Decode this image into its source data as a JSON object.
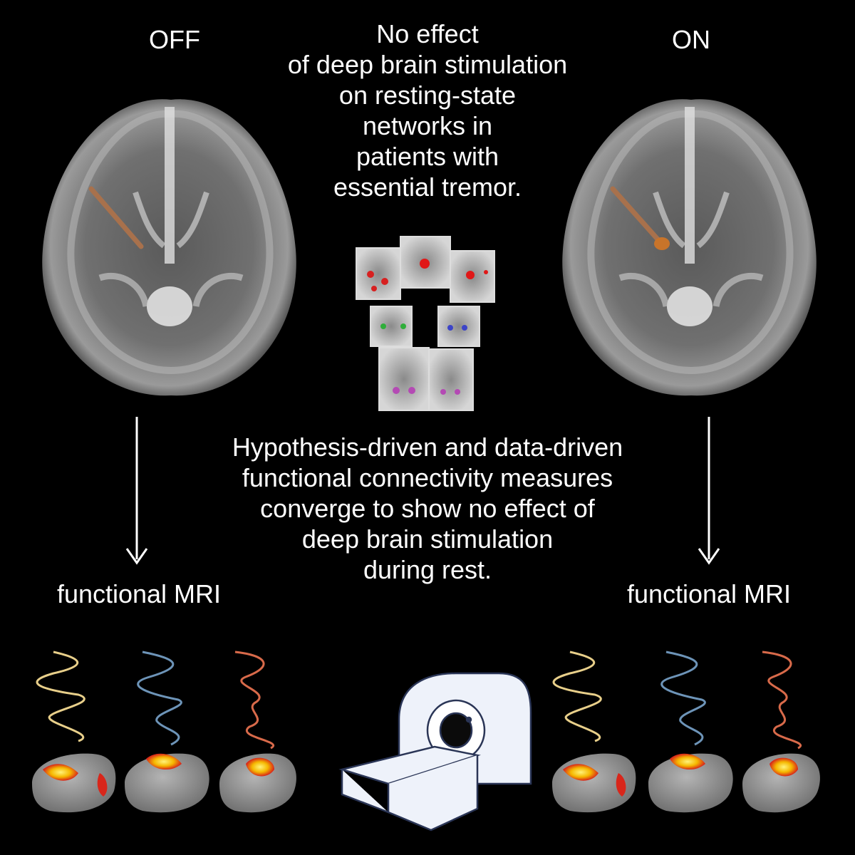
{
  "left_panel": {
    "label": "OFF",
    "modality_label": "functional MRI"
  },
  "right_panel": {
    "label": "ON",
    "modality_label": "functional MRI"
  },
  "title": "No effect\nof deep brain stimulation\non resting-state\nnetworks in\npatients with\nessential tremor.",
  "caption": "Hypothesis-driven and data-driven\nfunctional connectivity measures\nconverge to show no effect of\ndeep brain stimulation\nduring rest.",
  "colors": {
    "background": "#000000",
    "signal_yellow": "#e8cf8a",
    "signal_blue": "#6d94b8",
    "signal_red": "#d86a4a",
    "activation": "#f5c400",
    "electrode": "#b5805a"
  },
  "icons": [
    "brain-mri-axial-off",
    "brain-mri-axial-on",
    "dbs-electrode",
    "mri-scanner",
    "network-thumbnails",
    "cortical-surface-activation"
  ]
}
